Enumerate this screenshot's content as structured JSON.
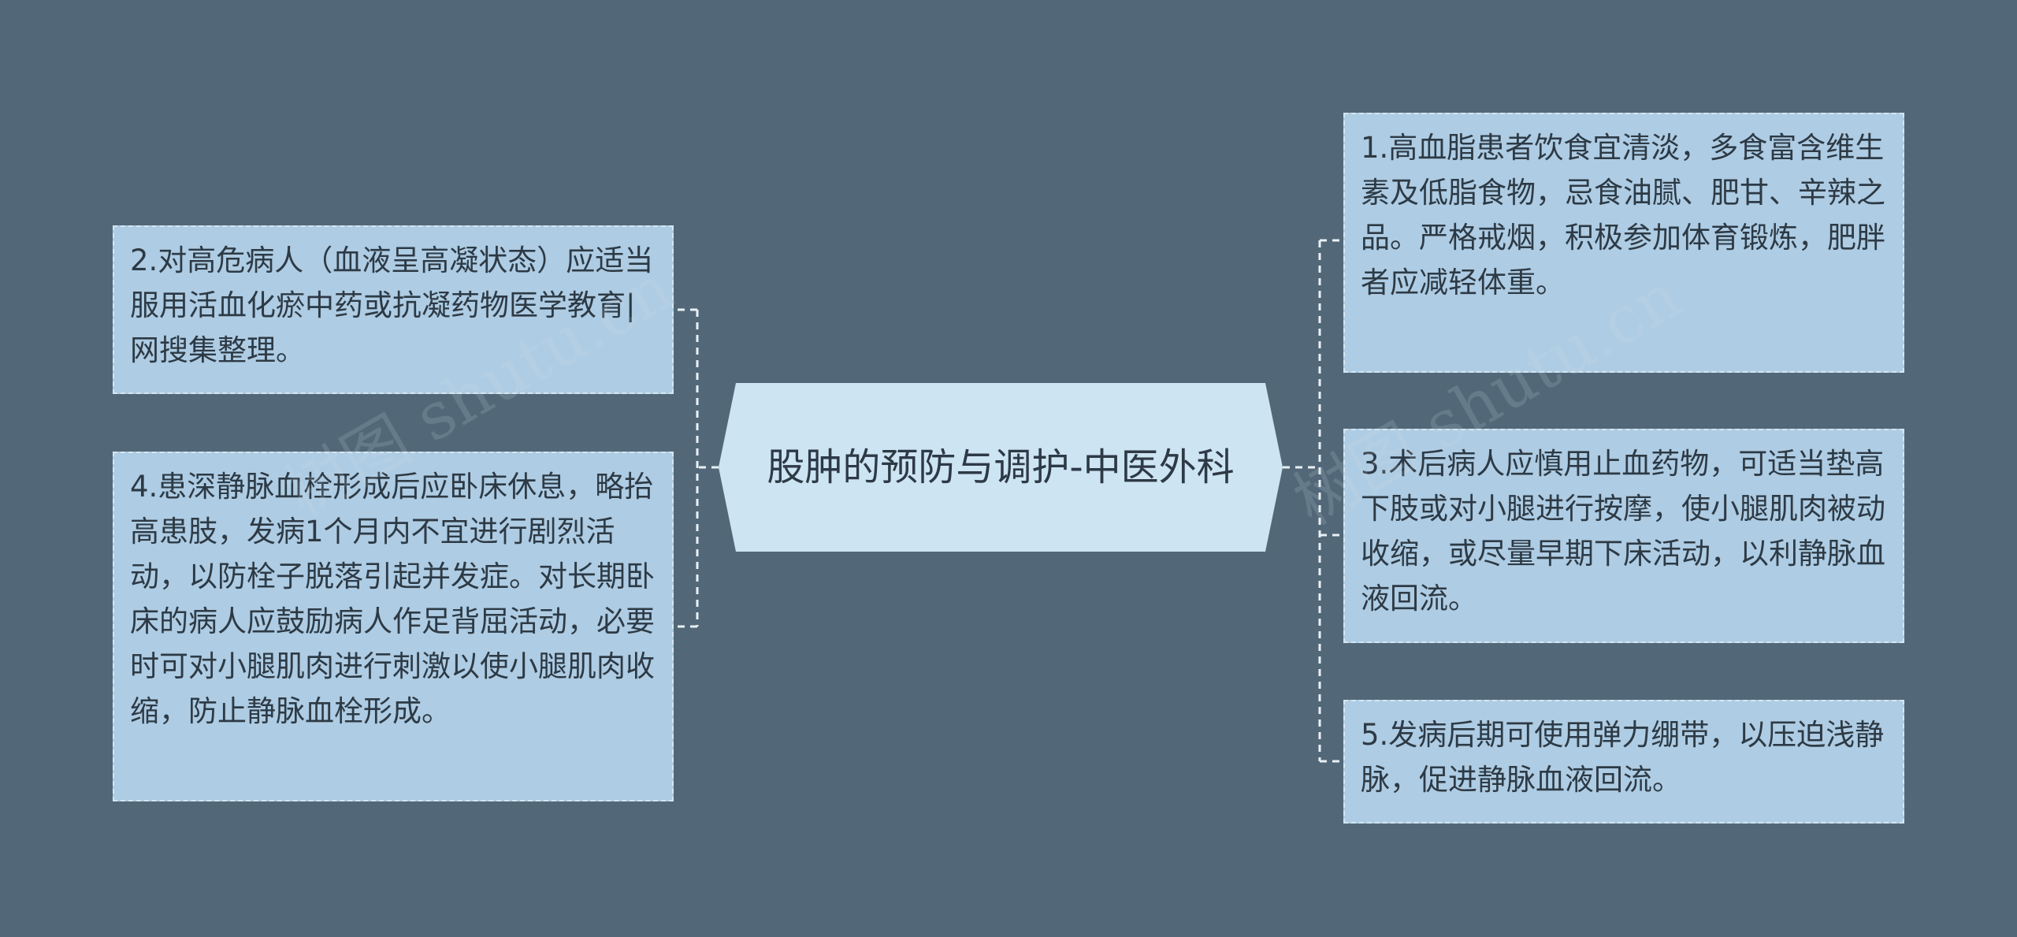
{
  "center": {
    "title": "股肿的预防与调护-中医外科"
  },
  "nodes": {
    "n1": "1.高血脂患者饮食宜清淡，多食富含维生素及低脂食物，忌食油腻、肥甘、辛辣之品。严格戒烟，积极参加体育锻炼，肥胖者应减轻体重。",
    "n2": "2.对高危病人（血液呈高凝状态）应适当服用活血化瘀中药或抗凝药物医学教育|网搜集整理。",
    "n3": "3.术后病人应慎用止血药物，可适当垫高下肢或对小腿进行按摩，使小腿肌肉被动收缩，或尽量早期下床活动，以利静脉血液回流。",
    "n4": "4.患深静脉血栓形成后应卧床休息，略抬高患肢，发病1个月内不宜进行剧烈活动，以防栓子脱落引起并发症。对长期卧床的病人应鼓励病人作足背屈活动，必要时可对小腿肌肉进行刺激以使小腿肌肉收缩，防止静脉血栓形成。",
    "n5": "5.发病后期可使用弹力绷带，以压迫浅静脉，促进静脉血液回流。"
  },
  "watermark": {
    "text_left": "树图 shutu.cn",
    "text_right": "树图 shutu.cn"
  },
  "colors": {
    "background": "#526878",
    "node_fill": "#aecce3",
    "center_fill": "#cde4f3",
    "connector": "#e8f0f6"
  }
}
